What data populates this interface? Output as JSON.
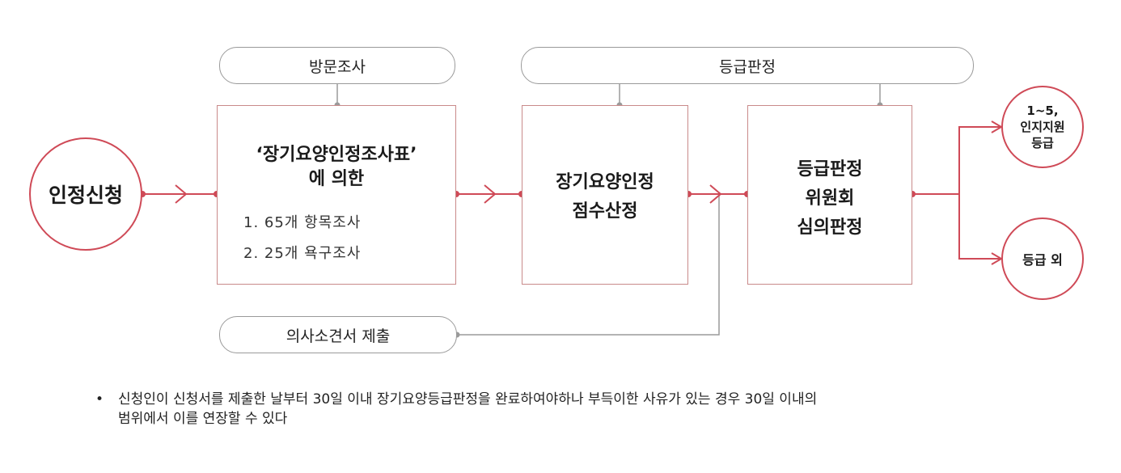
{
  "pills": {
    "visit": "방문조사",
    "grade": "등급판정",
    "doctor": "의사소견서 제출"
  },
  "nodes": {
    "apply": "인정신청",
    "survey": {
      "title_line1": "‘장기요양인정조사표’",
      "title_line2": "에 의한",
      "item1": "1. 65개 항목조사",
      "item2": "2. 25개 욕구조사"
    },
    "score": {
      "line1": "장기요양인정",
      "line2": "점수산정"
    },
    "committee": {
      "line1": "등급판정",
      "line2": "위원회",
      "line3": "심의판정"
    },
    "result_grade": {
      "line1": "1~5,",
      "line2": "인지지원",
      "line3": "등급"
    },
    "result_out": "등급 외"
  },
  "note": {
    "bullet": "•",
    "line1": "신청인이 신청서를 제출한 날부터 30일 이내 장기요양등급판정을 완료하여야하나 부득이한 사유가 있는 경우 30일 이내의",
    "line2": "범위에서 이를 연장할 수 있다"
  },
  "colors": {
    "accent": "#cf4a57",
    "box_border": "#c98a8a",
    "gray": "#9a9a9a"
  }
}
